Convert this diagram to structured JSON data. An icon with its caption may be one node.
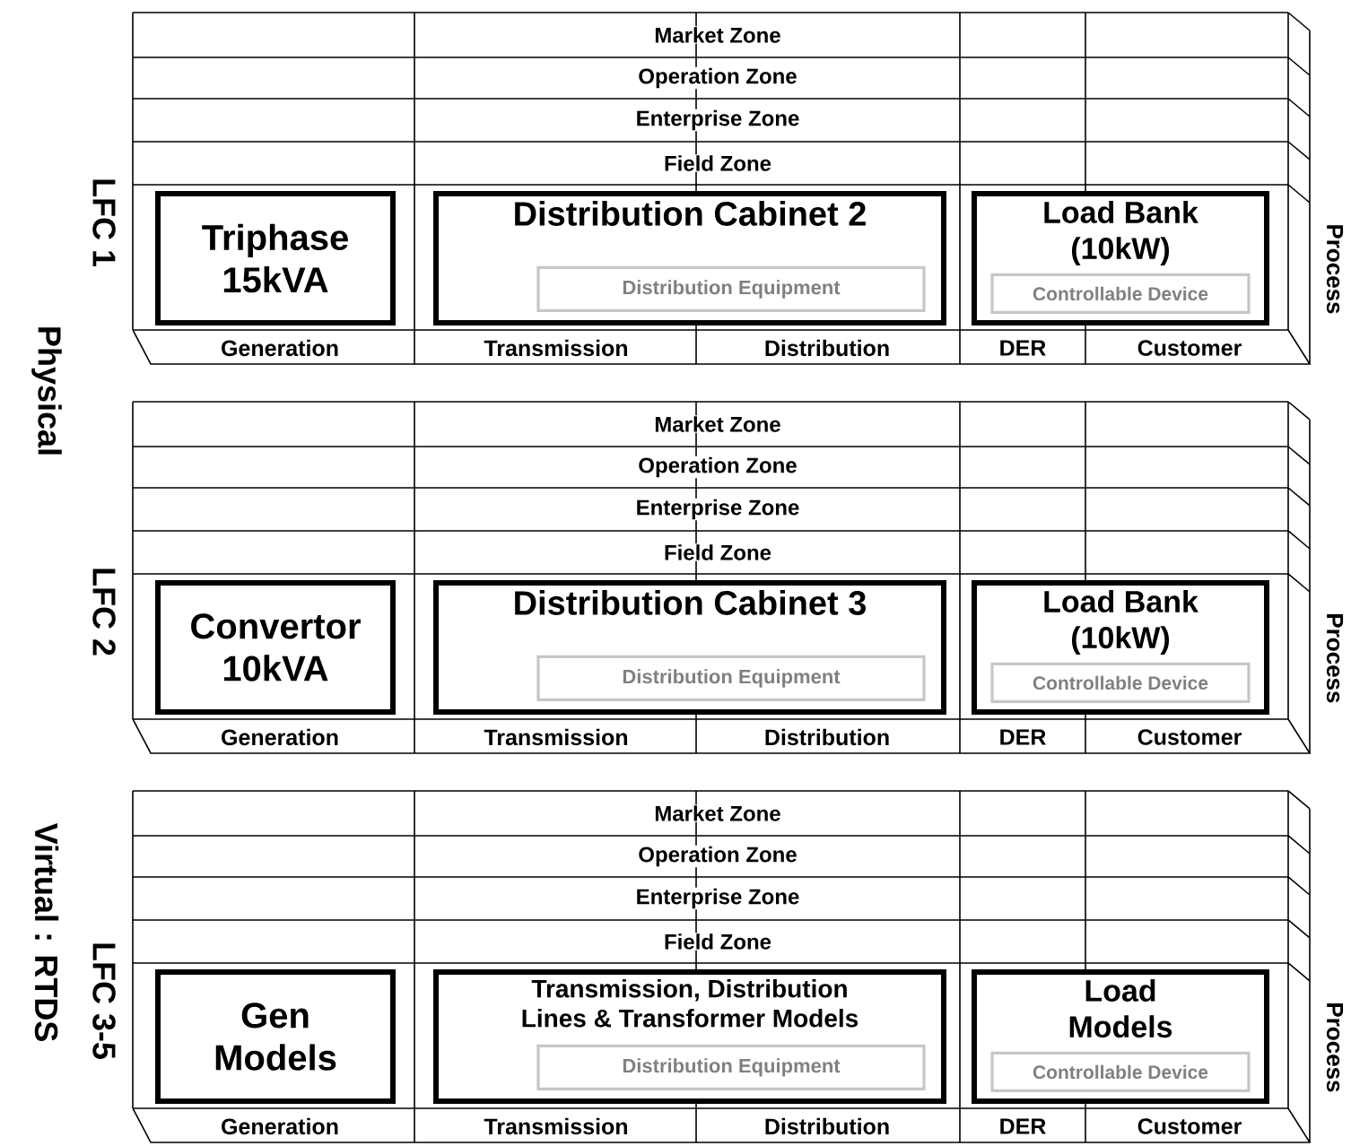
{
  "diagram": {
    "nodes": [
      {
        "text": [
          "Triphase 15kVA"
        ]
      },
      {
        "text": [
          "Distribution Cabinet 2"
        ]
      },
      {
        "text": [
          "Distribution Equipment"
        ],
        "in": 1
      },
      {
        "text": [
          "Load Bank (10kW)"
        ]
      },
      {
        "text": [
          "Controllable Device"
        ],
        "in": 3
      },
      {
        "text": [
          "Convertor 10kVA"
        ]
      },
      {
        "text": [
          "Distribution Cabinet 3"
        ]
      },
      {
        "text": [
          "Distribution Equipment"
        ],
        "in": 6
      },
      {
        "text": [
          "Load Bank (10kW)"
        ]
      },
      {
        "text": [
          "Controllable Device"
        ],
        "in": 8
      },
      {
        "text": [
          "Gen Models"
        ]
      },
      {
        "text": [
          "Transmission, Distribution Lines & Transformer Models"
        ]
      },
      {
        "text": [
          "Distribution Equipment"
        ],
        "in": 11
      },
      {
        "text": [
          "Load Models"
        ]
      },
      {
        "text": [
          "Controllable Device"
        ],
        "in": 13
      }
    ],
    "labels": [
      "Market Zone",
      "Operation Zone",
      "Enterprise Zone",
      "Field Zone",
      "LFC 1",
      "Process",
      "Generation",
      "Transmission",
      "Distribution",
      "DER",
      "Customer",
      "Market Zone",
      "Operation Zone",
      "Enterprise Zone",
      "Field Zone",
      "LFC 2",
      "Process",
      "Generation",
      "Transmission",
      "Distribution",
      "DER",
      "Customer",
      "Market Zone",
      "Operation Zone",
      "Enterprise Zone",
      "Field Zone",
      "LFC 3-5",
      "Process",
      "Generation",
      "Transmission",
      "Distribution",
      "DER",
      "Customer",
      "Physical",
      "Virtual : RTDS"
    ]
  }
}
